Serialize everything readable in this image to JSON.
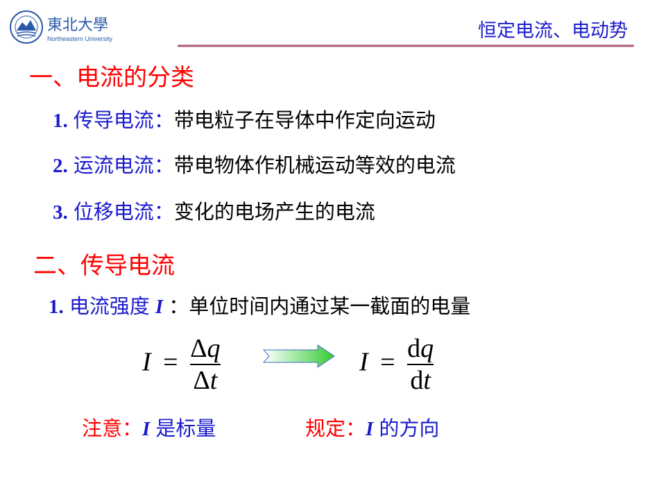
{
  "header": {
    "logo_text": "東北大學",
    "logo_subtext": "Northeastern University",
    "title": "恒定电流、电动势"
  },
  "section1": {
    "title": "一、电流的分类",
    "items": [
      {
        "num": "1.",
        "label": "传导电流：",
        "desc": "带电粒子在导体中作定向运动"
      },
      {
        "num": "2.",
        "label": "运流电流：",
        "desc": "带电物体作机械运动等效的电流"
      },
      {
        "num": "3.",
        "label": "位移电流：",
        "desc": "变化的电场产生的电流"
      }
    ]
  },
  "section2": {
    "title": "二、传导电流",
    "item": {
      "num": "1.",
      "label": "电流强度",
      "symbol": "I",
      "sep": "：",
      "desc": "单位时间内通过某一截面的电量"
    },
    "formula1": {
      "lhs": "I",
      "eq": "=",
      "num_delta": "Δ",
      "num_var": "q",
      "den_delta": "Δ",
      "den_var": "t"
    },
    "formula2": {
      "lhs": "I",
      "eq": "=",
      "num_d": "d",
      "num_var": "q",
      "den_d": "d",
      "den_var": "t"
    },
    "note1": {
      "label": "注意：",
      "symbol": "I",
      "text": "是标量"
    },
    "note2": {
      "label": "规定：",
      "symbol": "I",
      "text": "的方向"
    }
  },
  "colors": {
    "heading": "#ff0000",
    "accent": "#1a1acc",
    "arrow": "#33cc33"
  }
}
